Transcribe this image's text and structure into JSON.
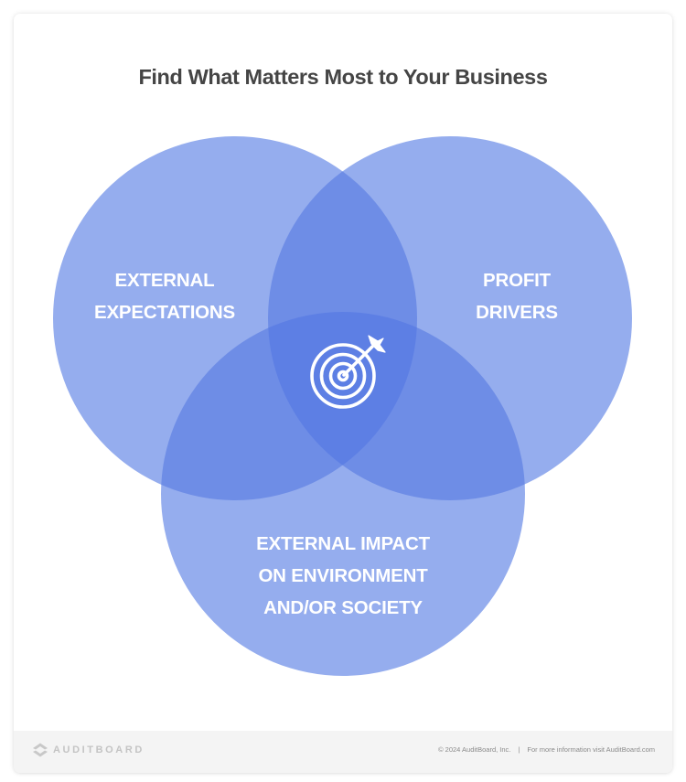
{
  "title": "Find What Matters Most to Your Business",
  "venn": {
    "colors": {
      "circle_fill": "#7f9bea",
      "circle_opacity": 0.8,
      "single_region": "#95adee",
      "double_overlap": "#6e8de6",
      "center_overlap": "#5d7fe4",
      "label_color": "#ffffff"
    },
    "circles": [
      {
        "id": "top-left",
        "label_line1": "EXTERNAL",
        "label_line2": "EXPECTATIONS"
      },
      {
        "id": "top-right",
        "label_line1": "PROFIT",
        "label_line2": "DRIVERS"
      },
      {
        "id": "bottom",
        "label_line1": "EXTERNAL IMPACT",
        "label_line2": "ON ENVIRONMENT",
        "label_line3": "AND/OR SOCIETY"
      }
    ],
    "center_icon": "target-with-arrow-icon"
  },
  "footer": {
    "logo_text": "AUDITBOARD",
    "logo_icon": "auditboard-logo-icon",
    "copyright": "© 2024  AuditBoard, Inc.",
    "separator": "|",
    "info": "For more information visit AuditBoard.com"
  }
}
